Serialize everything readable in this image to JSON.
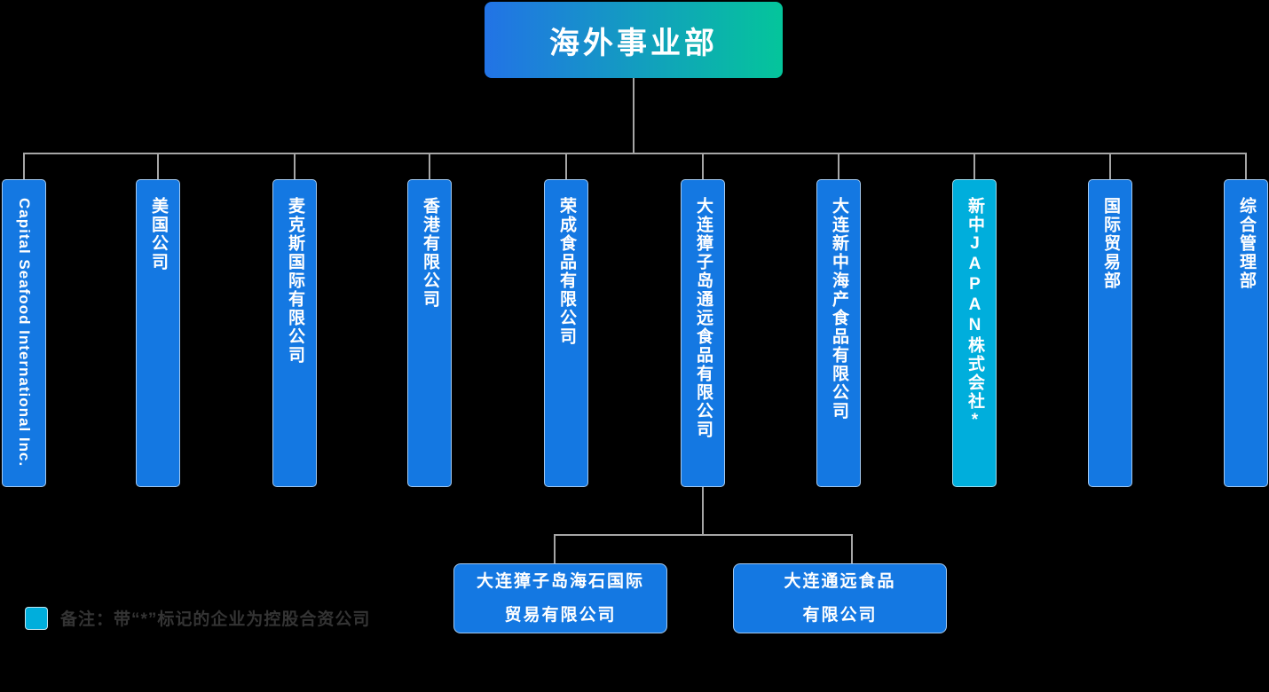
{
  "root": {
    "label": "海外事业部"
  },
  "columns": [
    {
      "label": "Capital Seafood International Inc.",
      "highlight": false
    },
    {
      "label": "美国公司",
      "highlight": false
    },
    {
      "label": "麦克斯国际有限公司",
      "highlight": false
    },
    {
      "label": "香港有限公司",
      "highlight": false
    },
    {
      "label": "荣成食品有限公司",
      "highlight": false
    },
    {
      "label": "大连獐子岛通远食品有限公司",
      "highlight": false
    },
    {
      "label": "大连新中海产食品有限公司",
      "highlight": false
    },
    {
      "label": "新中JAPAN株式会社*",
      "highlight": true
    },
    {
      "label": "国际贸易部",
      "highlight": false
    },
    {
      "label": "综合管理部",
      "highlight": false
    }
  ],
  "children": [
    {
      "line1": "大连獐子岛海石国际",
      "line2": "贸易有限公司"
    },
    {
      "line1": "大连通远食品",
      "line2": "有限公司"
    }
  ],
  "legend": {
    "swatch_icon": "teal-square-icon",
    "text": "备注：带“*”标记的企业为控股合资公司"
  },
  "colors": {
    "background": "#000000",
    "node_blue": "#1478E2",
    "node_highlight_teal": "#00AEDC",
    "root_gradient_start": "#2273E6",
    "root_gradient_end": "#04C59B",
    "connector_gray": "#A6A6A6",
    "node_text": "#FFFFFF",
    "legend_text": "#343434"
  }
}
